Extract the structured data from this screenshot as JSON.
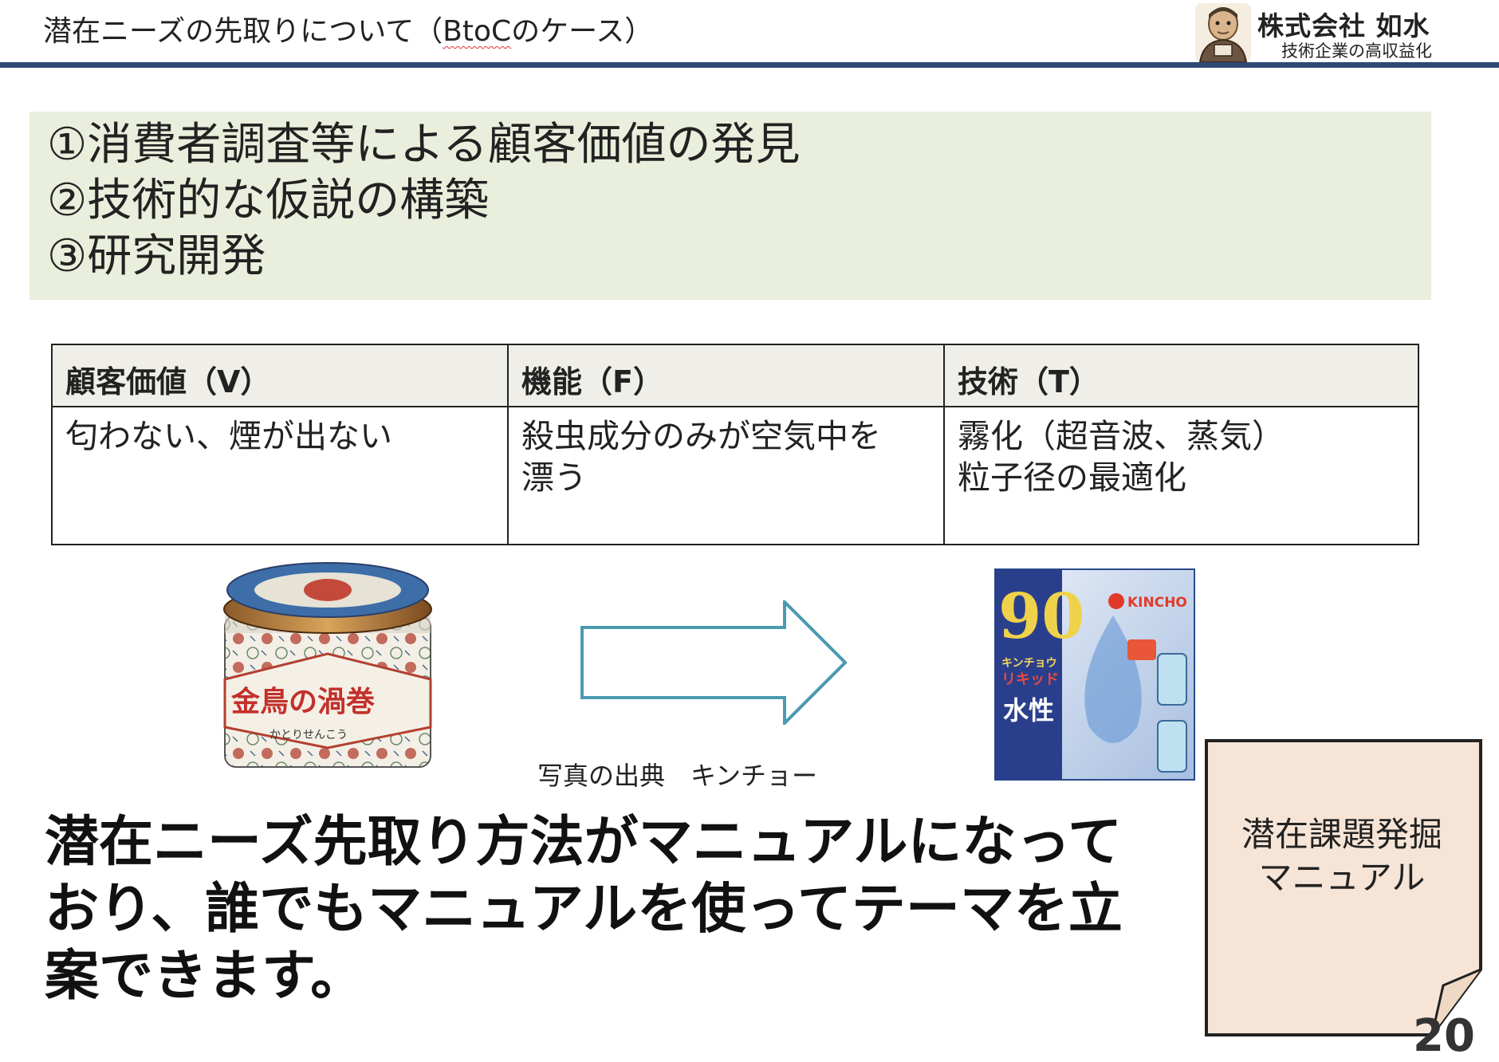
{
  "header": {
    "title_part1": "潜在ニーズの先取りについて（",
    "title_part2": "BtoC",
    "title_part3": "のケース）"
  },
  "logo": {
    "company_name": "株式会社 如水",
    "tagline": "技術企業の高収益化"
  },
  "steps": [
    "①消費者調査等による顧客価値の発見",
    "②技術的な仮説の構築",
    "③研究開発"
  ],
  "table": {
    "headers": [
      "顧客価値（V）",
      "機能（F）",
      "技術（T）"
    ],
    "row": {
      "value": [
        "匂わない、煙が出ない"
      ],
      "function": [
        "殺虫成分のみが空気中を",
        "漂う"
      ],
      "technology": [
        "霧化（超音波、蒸気）",
        "粒子径の最適化"
      ]
    }
  },
  "products": {
    "left_label": "金鳥の渦巻",
    "left_sub": "かとりせんこう",
    "right_number": "90",
    "right_brand": "KINCHO",
    "right_name1": "キンチョウ",
    "right_name2": "リキッド",
    "right_water": "水性"
  },
  "photo_credit": "写真の出典　キンチョー",
  "message": [
    "潜在ニーズ先取り方法がマニュアルになって",
    "おり、誰でもマニュアルを使ってテーマを立",
    "案できます。"
  ],
  "note": [
    "潜在課題発掘",
    "マニュアル"
  ],
  "page_number": "20"
}
